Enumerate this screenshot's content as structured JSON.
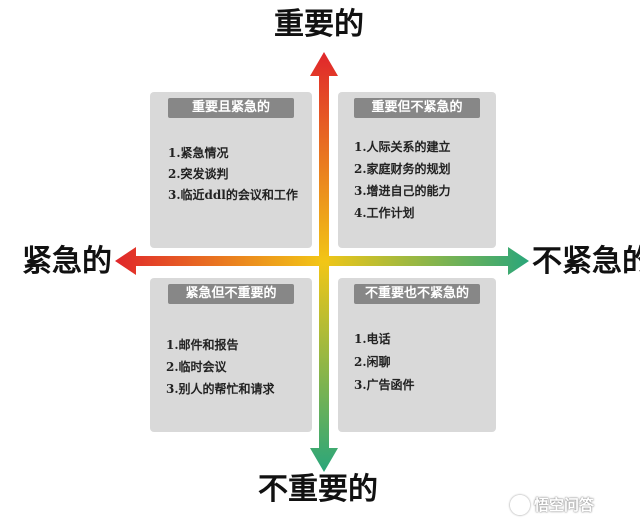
{
  "axes": {
    "top": "重要的",
    "bottom": "不重要的",
    "left": "紧急的",
    "right": "不紧急的"
  },
  "quadrants": {
    "top_left": {
      "title": "重要且紧急的",
      "items": [
        "1.紧急情况",
        "2.突发谈判",
        "3.临近ddl的会议和工作"
      ]
    },
    "top_right": {
      "title": "重要但不紧急的",
      "items": [
        "1.人际关系的建立",
        "2.家庭财务的规划",
        "3.增进自己的能力",
        "4.工作计划"
      ]
    },
    "bottom_left": {
      "title": "紧急但不重要的",
      "items": [
        "1.邮件和报告",
        "2.临时会议",
        "3.别人的帮忙和请求"
      ]
    },
    "bottom_right": {
      "title": "不重要也不紧急的",
      "items": [
        "1.电话",
        "2.闲聊",
        "3.广告函件"
      ]
    }
  },
  "watermark": {
    "text": "悟空问答",
    "icon": "wukong-logo-icon"
  },
  "colors": {
    "important_urgent": "#e0262b",
    "middle": "#f2c616",
    "not_important_not_urgent": "#2aa67a",
    "quadrant_bg": "#d9d9d9",
    "title_bg": "#878787"
  }
}
